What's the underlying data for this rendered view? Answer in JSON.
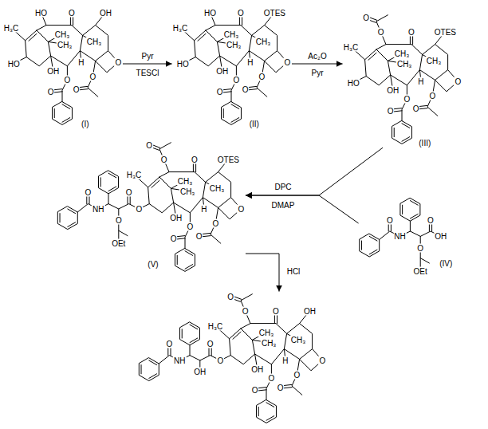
{
  "diagram": {
    "nodes": [
      {
        "text": [
          "(I)",
          "HO",
          "O",
          "OH",
          "CH₃",
          "CH₃",
          "CH₃",
          "H₃C",
          "O",
          "HO",
          "H",
          "OH",
          "O",
          "O",
          "O",
          "O"
        ]
      },
      {
        "text": [
          "(II)",
          "HO",
          "O",
          "OTES",
          "CH₃",
          "CH₃",
          "CH₃",
          "H₃C",
          "O",
          "HO",
          "H",
          "OH",
          "O",
          "O",
          "O",
          "O"
        ]
      },
      {
        "text": [
          "(III)",
          "O",
          "O",
          "O",
          "OTES",
          "CH₃",
          "CH₃",
          "CH₃",
          "H₃C",
          "O",
          "HO",
          "H",
          "OH",
          "O",
          "O",
          "O",
          "O"
        ]
      },
      {
        "text": [
          "O",
          "O",
          "O",
          "OTES",
          "O",
          "O",
          "CH₃",
          "CH₃",
          "CH₃",
          "H₃C",
          "NH",
          "O",
          "O",
          "H",
          "OH",
          "O",
          "O",
          "O",
          "O",
          "O",
          "OEt",
          "(V)"
        ]
      },
      {
        "text": [
          "(IV)",
          "O",
          "O",
          "NH",
          "OH",
          "O",
          "OEt"
        ]
      },
      {
        "text": [
          "O",
          "O",
          "O",
          "OH",
          "O",
          "O",
          "CH₃",
          "CH₃",
          "CH₃",
          "H₃C",
          "NH",
          "O",
          "O",
          "H",
          "OH",
          "OH",
          "O",
          "O",
          "O",
          "O"
        ]
      }
    ],
    "edges": [
      {
        "from": 0,
        "to": 1,
        "arrow": "to"
      },
      {
        "from": 1,
        "to": 2,
        "arrow": "to"
      },
      {
        "from": 2,
        "to": 3,
        "arrow": "to"
      },
      {
        "from": 4,
        "to": 3,
        "arrow": "to"
      },
      {
        "from": 3,
        "to": 5,
        "arrow": "to"
      }
    ],
    "labels": [
      "Pyr",
      "TESCl",
      "Ac₂O",
      "Pyr",
      "DPC",
      "DMAP",
      "HCl"
    ]
  }
}
